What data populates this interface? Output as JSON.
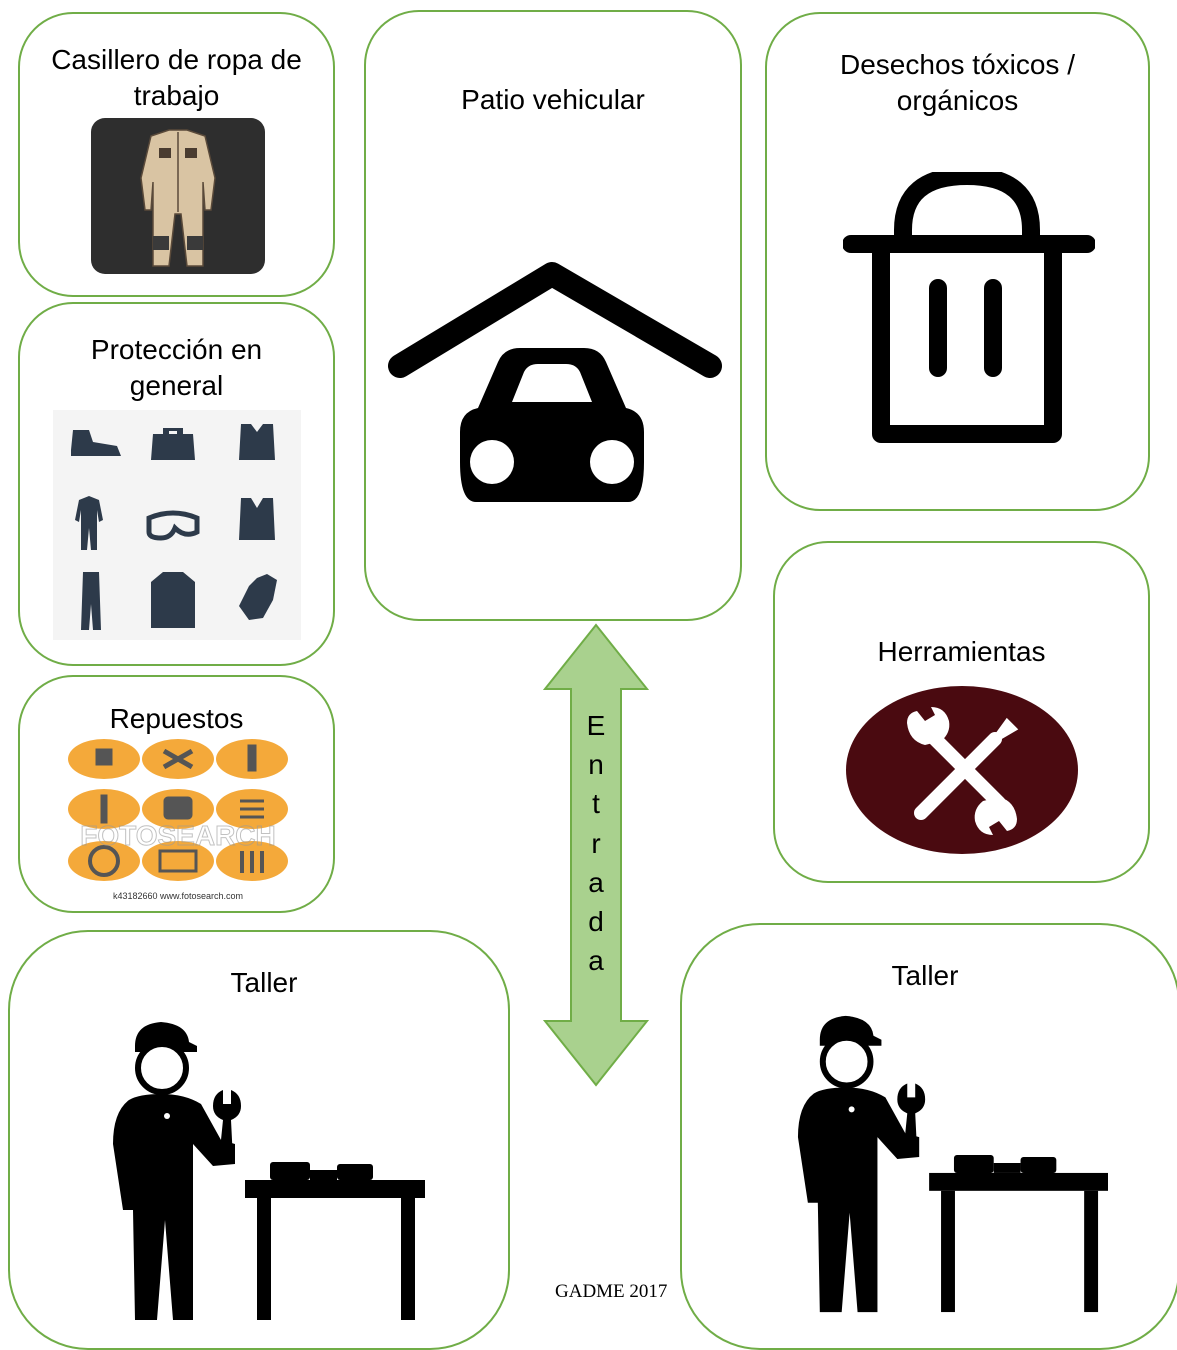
{
  "zones": {
    "casillero": {
      "title": "Casillero de ropa de trabajo",
      "icon": "coverall-icon"
    },
    "proteccion": {
      "title": "Protección en general",
      "icon": "safety-equipment-grid"
    },
    "repuestos": {
      "title": "Repuestos",
      "icon": "spare-parts-grid",
      "watermark": "FOTOSEARCH",
      "caption": "k43182660  www.fotosearch.com"
    },
    "patio": {
      "title": "Patio vehicular",
      "icon": "car-garage-icon"
    },
    "desechos": {
      "title": "Desechos tóxicos / orgánicos",
      "icon": "trash-bin-icon"
    },
    "herramientas": {
      "title": "Herramientas",
      "icon": "wrench-screwdriver-icon"
    },
    "taller_left": {
      "title": "Taller",
      "icon": "mechanic-workbench-icon"
    },
    "taller_right": {
      "title": "Taller",
      "icon": "mechanic-workbench-icon"
    }
  },
  "entrada": {
    "letters": [
      "E",
      "n",
      "t",
      "r",
      "a",
      "d",
      "a"
    ],
    "icon": "double-arrow",
    "color": "#a9d18e"
  },
  "footer": "GADME 2017",
  "colors": {
    "border": "#70ad47",
    "arrow_fill": "#a9d18e",
    "herramientas_circle": "#4a0a10",
    "coverall_bg": "#2e2e2e",
    "parts_circle": "#f4a93a"
  }
}
